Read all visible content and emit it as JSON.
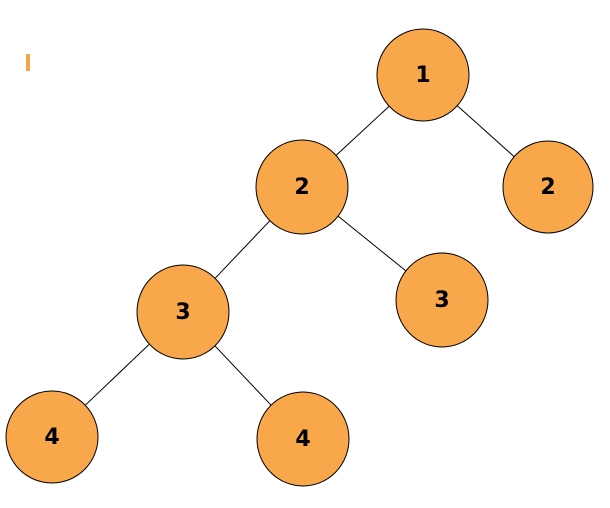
{
  "diagram": {
    "type": "binary-tree",
    "node_fill": "#f9a74b",
    "node_stroke": "#000000",
    "edge_color": "#000000",
    "accent_bar_color": "#f5a54a",
    "nodes": [
      {
        "id": "n1",
        "label": "1"
      },
      {
        "id": "n2a",
        "label": "2"
      },
      {
        "id": "n2b",
        "label": "2"
      },
      {
        "id": "n3a",
        "label": "3"
      },
      {
        "id": "n3b",
        "label": "3"
      },
      {
        "id": "n4a",
        "label": "4"
      },
      {
        "id": "n4b",
        "label": "4"
      }
    ],
    "edges": [
      {
        "from": "n1",
        "to": "n2a"
      },
      {
        "from": "n1",
        "to": "n2b"
      },
      {
        "from": "n2a",
        "to": "n3a"
      },
      {
        "from": "n2a",
        "to": "n3b"
      },
      {
        "from": "n3a",
        "to": "n4a"
      },
      {
        "from": "n3a",
        "to": "n4b"
      }
    ]
  }
}
